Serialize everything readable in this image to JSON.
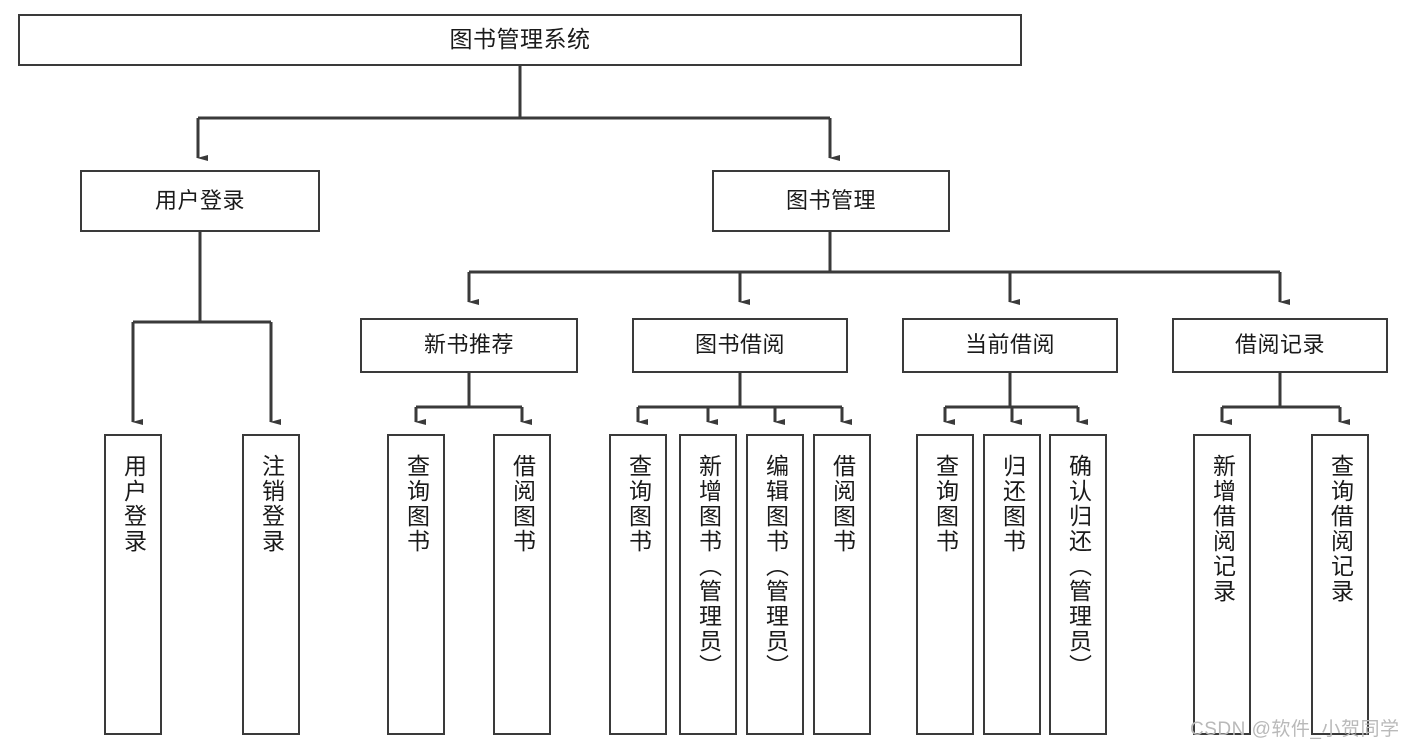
{
  "diagram": {
    "title": "图书管理系统",
    "type": "hierarchy-tree",
    "root": {
      "label": "图书管理系统"
    },
    "level2": [
      {
        "id": "user-login",
        "label": "用户登录"
      },
      {
        "id": "book-management",
        "label": "图书管理"
      }
    ],
    "level3": [
      {
        "id": "new-book-recommend",
        "label": "新书推荐"
      },
      {
        "id": "book-borrow",
        "label": "图书借阅"
      },
      {
        "id": "current-borrow",
        "label": "当前借阅"
      },
      {
        "id": "borrow-record",
        "label": "借阅记录"
      }
    ],
    "leaves": {
      "user_login": [
        {
          "id": "leaf-user-login",
          "label": "用户登录"
        },
        {
          "id": "leaf-logout",
          "label": "注销登录"
        }
      ],
      "new_book_recommend": [
        {
          "id": "leaf-query-book-1",
          "label": "查询图书"
        },
        {
          "id": "leaf-borrow-book-1",
          "label": "借阅图书"
        }
      ],
      "book_borrow": [
        {
          "id": "leaf-query-book-2",
          "label": "查询图书"
        },
        {
          "id": "leaf-add-book",
          "label": "新增图书（管理员）"
        },
        {
          "id": "leaf-edit-book",
          "label": "编辑图书（管理员）"
        },
        {
          "id": "leaf-borrow-book-2",
          "label": "借阅图书"
        }
      ],
      "current_borrow": [
        {
          "id": "leaf-query-book-3",
          "label": "查询图书"
        },
        {
          "id": "leaf-return-book",
          "label": "归还图书"
        },
        {
          "id": "leaf-confirm-return",
          "label": "确认归还（管理员）"
        }
      ],
      "borrow_record": [
        {
          "id": "leaf-add-record",
          "label": "新增借阅记录"
        },
        {
          "id": "leaf-query-record",
          "label": "查询借阅记录"
        }
      ]
    }
  },
  "watermark": {
    "text": "CSDN @软件_小贺同学"
  },
  "colors": {
    "stroke": "#3a3a3a",
    "fill": "#ffffff",
    "text": "#1a1a1a",
    "watermark": "#b9b9b9"
  }
}
